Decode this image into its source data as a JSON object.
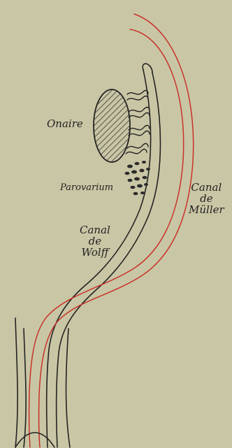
{
  "labels": {
    "ovaire": "Onaire",
    "parovarium": "Parovarium",
    "wolff": [
      "Canal",
      "de",
      "Wolff"
    ],
    "muller": [
      "Canal",
      "de",
      "Müller"
    ]
  },
  "colors": {
    "background": "#c9c6a5",
    "ink": "#222222",
    "muller_duct": "#c8322a",
    "hatch": "#333333"
  }
}
